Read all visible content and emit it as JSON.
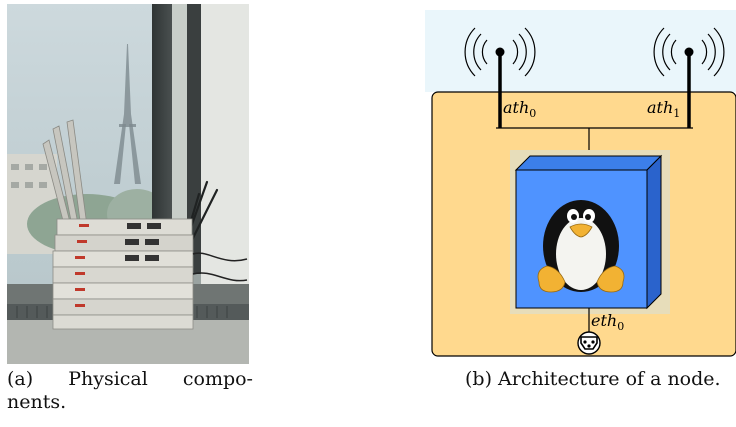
{
  "figure": {
    "subfig_a": {
      "tag": "(a)",
      "caption_line1_words": [
        "Physical",
        "compo-"
      ],
      "caption_line2": "nents."
    },
    "subfig_b": {
      "tag": "(b)",
      "caption": "Architecture of a node.",
      "labels": {
        "ath0_base": "ath",
        "ath0_sub": "0",
        "ath1_base": "ath",
        "ath1_sub": "1",
        "eth0_base": "eth",
        "eth0_sub": "0"
      }
    }
  },
  "colors": {
    "node_background": "#FFD98E",
    "sky_background": "#EAF6FB",
    "host_box": "#4F93FF",
    "host_box_dark": "#2E6DDB",
    "host_box_side": "#2A63CC",
    "host_halo": "#E7DDBA"
  },
  "icons": [
    "antenna-icon",
    "tux-penguin-icon",
    "ethernet-socket-icon",
    "wifi-wave-icon"
  ]
}
